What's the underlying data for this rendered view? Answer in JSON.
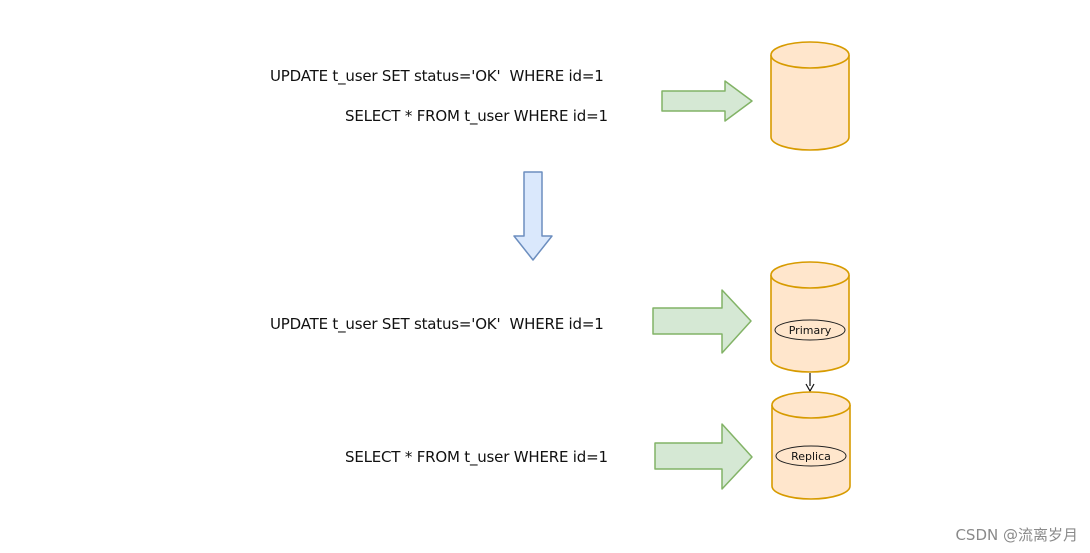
{
  "top_section": {
    "update_statement": "UPDATE t_user SET status='OK'  WHERE id=1",
    "select_statement": "SELECT * FROM t_user WHERE id=1"
  },
  "bottom_section": {
    "update_statement": "UPDATE t_user SET status='OK'  WHERE id=1",
    "select_statement": "SELECT * FROM t_user WHERE id=1",
    "primary_label": "Primary",
    "replica_label": "Replica"
  },
  "watermark": "CSDN @流离岁月",
  "colors": {
    "db_fill": "#ffe6cc",
    "db_stroke": "#d79b00",
    "arrow_fill": "#d5e8d4",
    "arrow_stroke": "#82b366",
    "down_arrow_fill": "#dae8fc",
    "down_arrow_stroke": "#6c8ebf"
  }
}
